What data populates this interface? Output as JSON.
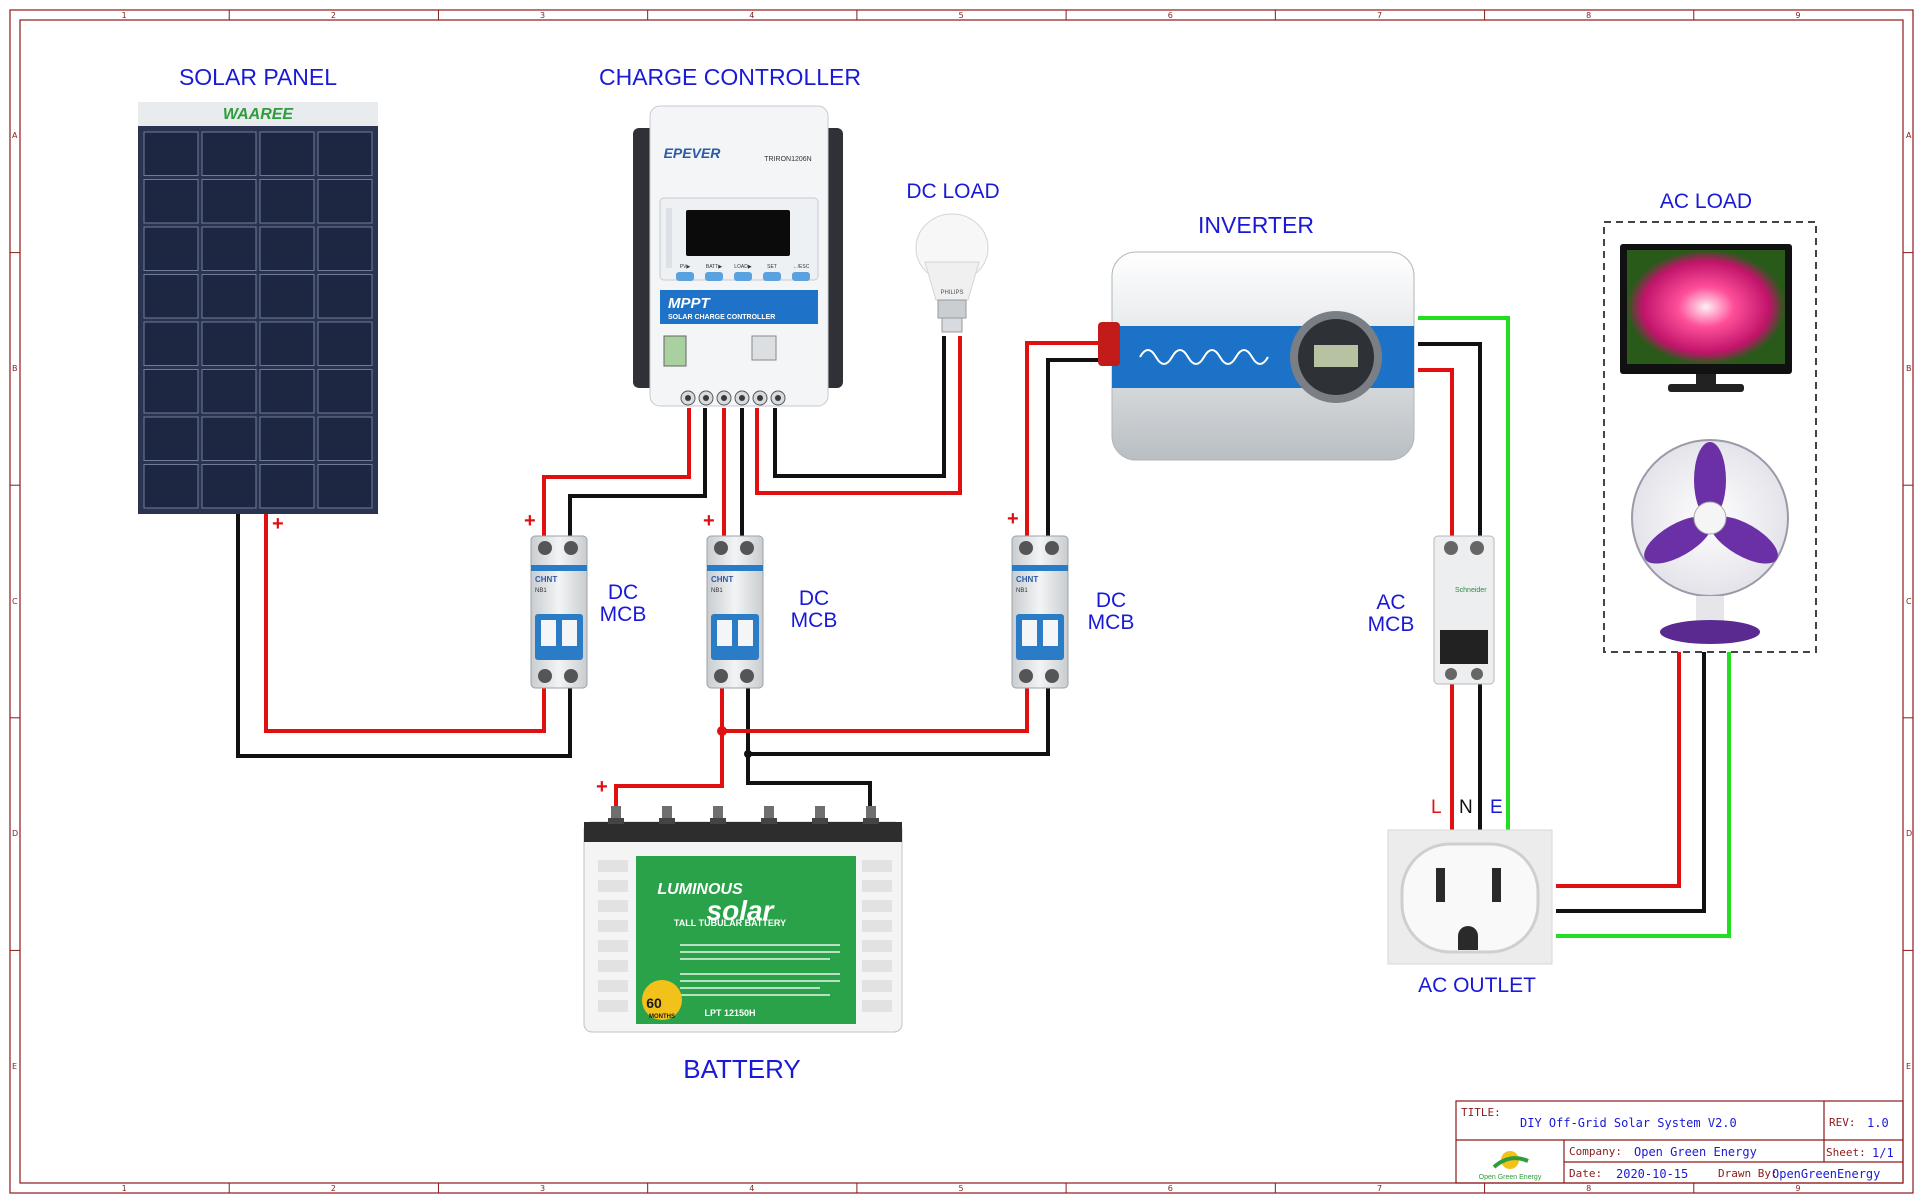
{
  "labels": {
    "solar_panel": "SOLAR PANEL",
    "charge_controller": "CHARGE CONTROLLER",
    "dc_load": "DC LOAD",
    "inverter": "INVERTER",
    "ac_load": "AC LOAD",
    "dc_mcb_1": "DC\nMCB",
    "dc_mcb_2": "DC\nMCB",
    "dc_mcb_3": "DC\nMCB",
    "ac_mcb": "AC\nMCB",
    "battery": "BATTERY",
    "ac_outlet": "AC OUTLET",
    "plus": "+",
    "L": "L",
    "N": "N",
    "E": "E"
  },
  "device_text": {
    "panel_brand": "WAAREE",
    "controller_brand": "EPEVER",
    "controller_model": "TRIRON1206N",
    "controller_mppt": "MPPT",
    "controller_sub": "SOLAR CHARGE CONTROLLER",
    "controller_buttons": [
      "PV▶",
      "BATT▶",
      "LOAD▶",
      "SET",
      "←/ESC"
    ],
    "bulb_brand": "PHILIPS",
    "mcb_brand": "CHNT",
    "mcb_model": "NB1",
    "ac_mcb_brand": "Schneider",
    "battery_brand": "LUMINOUS",
    "battery_product": "solar",
    "battery_type": "TALL TUBULAR BATTERY",
    "battery_warranty": "60",
    "battery_warranty_sub": "MONTHS",
    "battery_model": "LPT 12150H"
  },
  "title_block": {
    "title_key": "TITLE:",
    "title": "DIY Off-Grid Solar System V2.0",
    "rev_key": "REV:",
    "rev": "1.0",
    "company_key": "Company:",
    "company": "Open Green Energy",
    "sheet_key": "Sheet:",
    "sheet": "1/1",
    "date_key": "Date:",
    "date": "2020-10-15",
    "drawn_key": "Drawn By:",
    "drawn": "OpenGreenEnergy",
    "logo_text": "Open Green Energy"
  },
  "frame": {
    "columns": [
      "1",
      "2",
      "3",
      "4",
      "5",
      "6",
      "7",
      "8",
      "9"
    ],
    "rows": [
      "A",
      "B",
      "C",
      "D",
      "E"
    ]
  },
  "colors": {
    "positive_wire": "#e01010",
    "negative_wire": "#111111",
    "earth_wire": "#22dd22",
    "label": "#1a1ad6",
    "frame": "#8b1a1a"
  }
}
